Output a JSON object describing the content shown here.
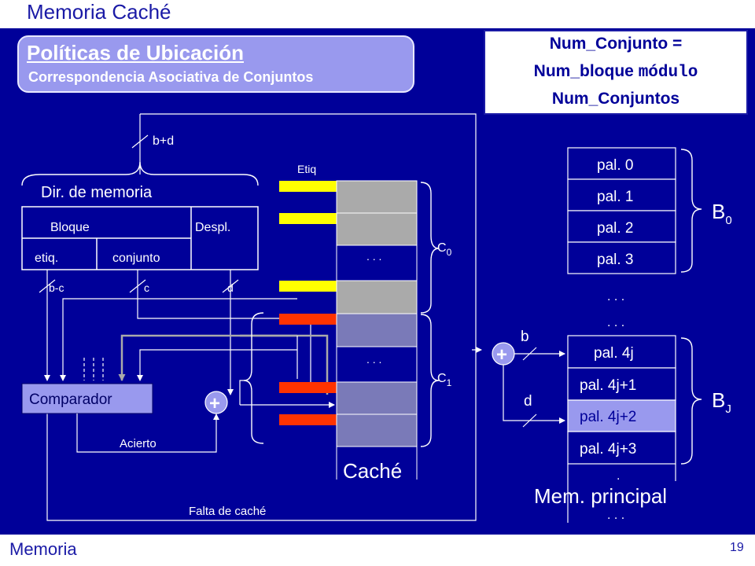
{
  "header": {
    "title": "Memoria Caché"
  },
  "footer": {
    "section": "Memoria",
    "page": "19"
  },
  "slide": {
    "title": "Políticas de Ubicación",
    "subtitle": "Correspondencia Asociativa de Conjuntos"
  },
  "formula": {
    "line1": "Num_Conjunto =",
    "line2_a": "Num_bloque ",
    "line2_op": "módulo",
    "line3": "Num_Conjuntos"
  },
  "address": {
    "label_bd": "b+d",
    "title": "Dir. de memoria",
    "bloque": "Bloque",
    "despl": "Despl.",
    "etiq": "etiq.",
    "conjunto": "conjunto",
    "bc": "b-c",
    "c": "c",
    "d": "d"
  },
  "cache": {
    "etiq_label": "Etiq",
    "label": "Caché",
    "set0": "C",
    "set0_sub": "0",
    "set1": "C",
    "set1_sub": "1",
    "dots1": ". . .",
    "dots2": ". . ."
  },
  "logic": {
    "comparador": "Comparador",
    "plus": "+",
    "acierto": "Acierto",
    "falta": "Falta de caché"
  },
  "memory": {
    "b_label": "b",
    "d_label": "d",
    "plus": "+",
    "words_top": [
      "pal. 0",
      "pal. 1",
      "pal. 2",
      "pal. 3"
    ],
    "words_j": [
      "pal. 4j",
      "pal. 4j+1",
      "pal. 4j+2",
      "pal. 4j+3"
    ],
    "dots_a": ". . .",
    "dots_b": ". . .",
    "dots_c": ". . .",
    "dot_single": ".",
    "block0": "B",
    "block0_sub": "0",
    "blockj": "B",
    "blockj_sub": "J",
    "label": "Mem. principal"
  },
  "colors": {
    "background": "#000099",
    "panel": "#9999ee",
    "tag_yellow": "#ffff00",
    "tag_red": "#ff3300",
    "line_gray": "#aaaaaa",
    "memory_cell": "#000099"
  }
}
